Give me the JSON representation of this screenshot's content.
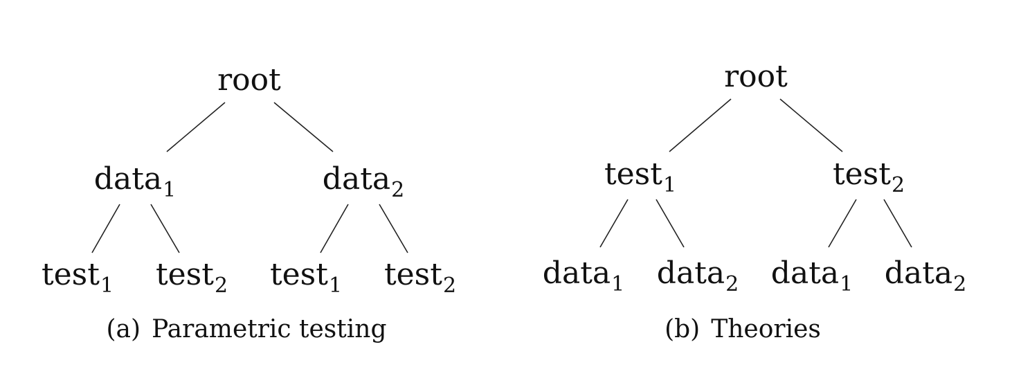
{
  "trees": [
    {
      "caption": {
        "tag": "(a)",
        "text": "Parametric testing"
      },
      "root": "root",
      "children": [
        {
          "name": "data",
          "sub": "1",
          "children": [
            {
              "name": "test",
              "sub": "1"
            },
            {
              "name": "test",
              "sub": "2"
            }
          ]
        },
        {
          "name": "data",
          "sub": "2",
          "children": [
            {
              "name": "test",
              "sub": "1"
            },
            {
              "name": "test",
              "sub": "2"
            }
          ]
        }
      ]
    },
    {
      "caption": {
        "tag": "(b)",
        "text": "Theories"
      },
      "root": "root",
      "children": [
        {
          "name": "test",
          "sub": "1",
          "children": [
            {
              "name": "data",
              "sub": "1"
            },
            {
              "name": "data",
              "sub": "2"
            }
          ]
        },
        {
          "name": "test",
          "sub": "2",
          "children": [
            {
              "name": "data",
              "sub": "1"
            },
            {
              "name": "data",
              "sub": "2"
            }
          ]
        }
      ]
    }
  ]
}
